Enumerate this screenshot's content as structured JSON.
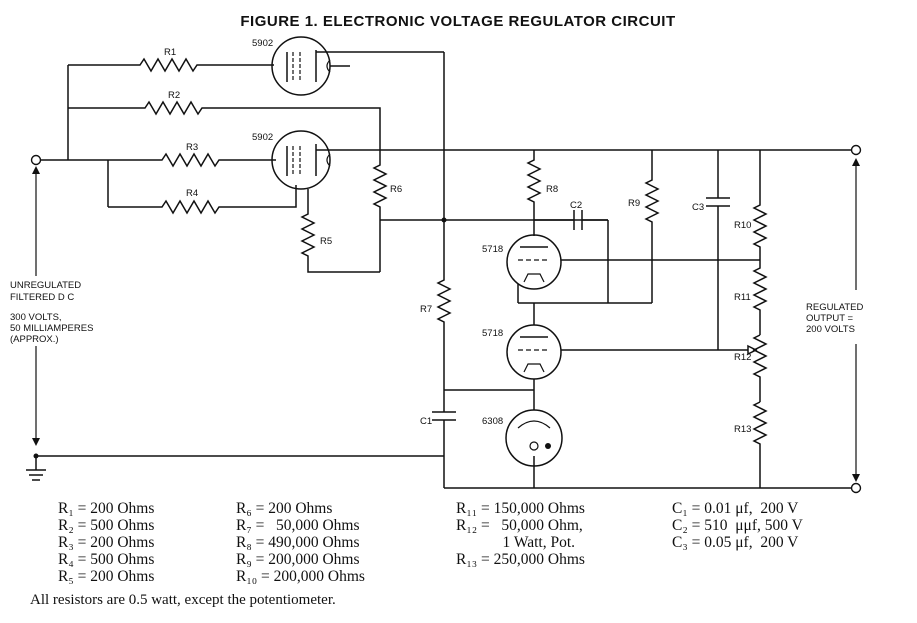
{
  "title": "FIGURE 1.  ELECTRONIC VOLTAGE REGULATOR CIRCUIT",
  "tubes": {
    "t1": "5902",
    "t2": "5902",
    "t3": "5718",
    "t4": "5718",
    "t5": "6308"
  },
  "components": {
    "R1": "R1",
    "R2": "R2",
    "R3": "R3",
    "R4": "R4",
    "R5": "R5",
    "R6": "R6",
    "R7": "R7",
    "R8": "R8",
    "R9": "R9",
    "R10": "R10",
    "R11": "R11",
    "R12": "R12",
    "R13": "R13",
    "C1": "C1",
    "C2": "C2",
    "C3": "C3"
  },
  "input_label": [
    "UNREGULATED",
    "FILTERED  D C",
    "300  VOLTS,",
    "50 MILLIAMPERES",
    "(APPROX.)"
  ],
  "output_label": [
    "REGULATED",
    "OUTPUT =",
    "200 VOLTS"
  ],
  "parts_list": {
    "col1": [
      "R₁ = 200 Ohms",
      "R₂ = 500 Ohms",
      "R₃ = 200 Ohms",
      "R₄ = 500 Ohms",
      "R₅ = 200 Ohms"
    ],
    "col2": [
      "R₆ = 200 Ohms",
      "R₇ =   50,000 Ohms",
      "R₈ = 490,000 Ohms",
      "R₉ = 200,000 Ohms",
      "R₁₀ = 200,000 Ohms"
    ],
    "col3": [
      "R₁₁ = 150,000 Ohms",
      "R₁₂ =   50,000 Ohm,",
      "            1 Watt, Pot.",
      "R₁₃ = 250,000 Ohms"
    ],
    "col4": [
      "C₁ = 0.01 μf,  200 V",
      "C₂ = 510  μμf, 500 V",
      "C₃ = 0.05 μf,  200 V"
    ]
  },
  "note": "All resistors are 0.5 watt, except the potentiometer."
}
